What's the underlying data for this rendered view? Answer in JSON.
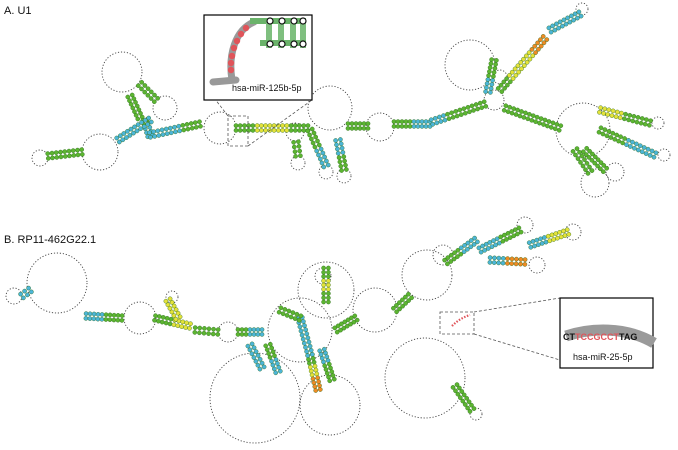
{
  "panels": [
    {
      "label": "A. U1",
      "mirna": "hsa-miR-125b-5p"
    },
    {
      "label": "B. RP11-462G22.1",
      "mirna": "hsa-miR-25-5p"
    }
  ],
  "inset_b": {
    "seq_left": "CT",
    "seq_mid": "TCCGCCT",
    "seq_right": "TAG"
  },
  "colors": {
    "green": "#5cb531",
    "cyan": "#4cb5d8",
    "yellow": "#e4e23a",
    "orange": "#f08a24",
    "red": "#e0545a",
    "highlight": "#e0545a"
  }
}
